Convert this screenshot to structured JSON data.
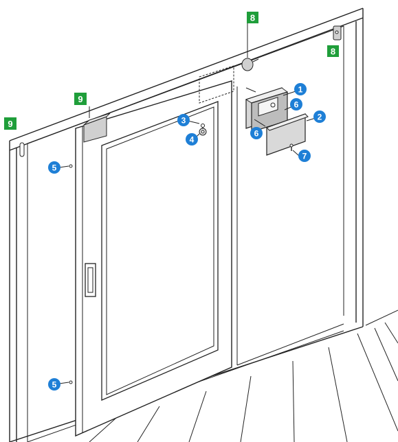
{
  "callouts": {
    "blue": [
      {
        "id": "1"
      },
      {
        "id": "2"
      },
      {
        "id": "3"
      },
      {
        "id": "4"
      },
      {
        "id": "5"
      },
      {
        "id": "5"
      },
      {
        "id": "6"
      },
      {
        "id": "6"
      },
      {
        "id": "7"
      }
    ],
    "green": [
      {
        "id": "8"
      },
      {
        "id": "8"
      },
      {
        "id": "9"
      },
      {
        "id": "9"
      }
    ]
  },
  "colors": {
    "callout_blue": "#1e7fd6",
    "callout_green": "#1f9e3a",
    "line": "#222222",
    "device_fill": "#cfcfcf",
    "device_dark": "#9a9a9a"
  }
}
